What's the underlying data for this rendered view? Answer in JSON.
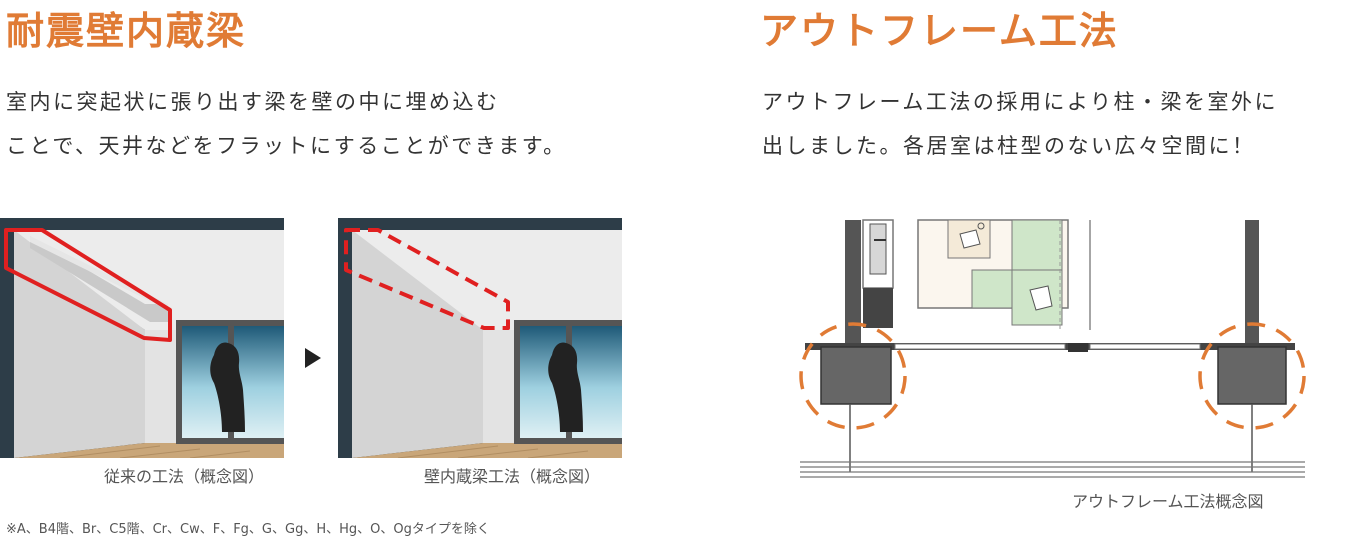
{
  "colors": {
    "accent": "#e07b35",
    "highlight_red": "#e02020",
    "column": "#666666"
  },
  "left": {
    "heading": "耐震壁内蔵梁",
    "description": [
      "室内に突起状に張り出す梁を壁の中に埋め込む",
      "ことで、天井などをフラットにすることができます。"
    ],
    "caption_before": "従来の工法（概念図）",
    "caption_after": "壁内蔵梁工法（概念図）",
    "arrow_icon": "triangle-right-icon"
  },
  "right": {
    "heading": "アウトフレーム工法",
    "description": [
      "アウトフレーム工法の採用により柱・梁を室外に",
      "出しました。各居室は柱型のない広々空間に！"
    ],
    "caption": "アウトフレーム工法概念図"
  },
  "footnote": "※A、B4階、Br、C5階、Cr、Cw、F、Fg、G、Gg、H、Hg、O、Ogタイプを除く"
}
